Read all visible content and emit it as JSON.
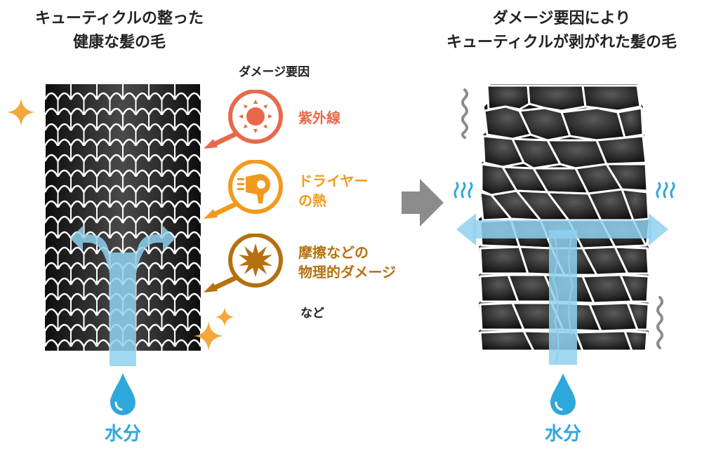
{
  "left": {
    "title_line1": "キューティクルの整った",
    "title_line2": "健康な髪の毛",
    "water_label": "水分"
  },
  "right": {
    "title_line1": "ダメージ要因により",
    "title_line2": "キューティクルが剥がれた髪の毛",
    "water_label": "水分"
  },
  "causes": {
    "heading": "ダメージ要因",
    "items": [
      {
        "icon": "sun-icon",
        "label_line1": "紫外線",
        "label_line2": "",
        "color": "#e8694a"
      },
      {
        "icon": "hair-dryer-icon",
        "label_line1": "ドライヤー",
        "label_line2": "の熱",
        "color": "#f19a1f"
      },
      {
        "icon": "friction-burst-icon",
        "label_line1": "摩擦などの",
        "label_line2": "物理的ダメージ",
        "color": "#b5700f"
      }
    ],
    "etc": "など"
  },
  "colors": {
    "water": "#8fd0ee",
    "water_drop": "#2ea7dc",
    "sparkle": "#f5a63d",
    "arrow_gray": "#8c8c8c",
    "hair_dark": "#1a1a1a"
  }
}
